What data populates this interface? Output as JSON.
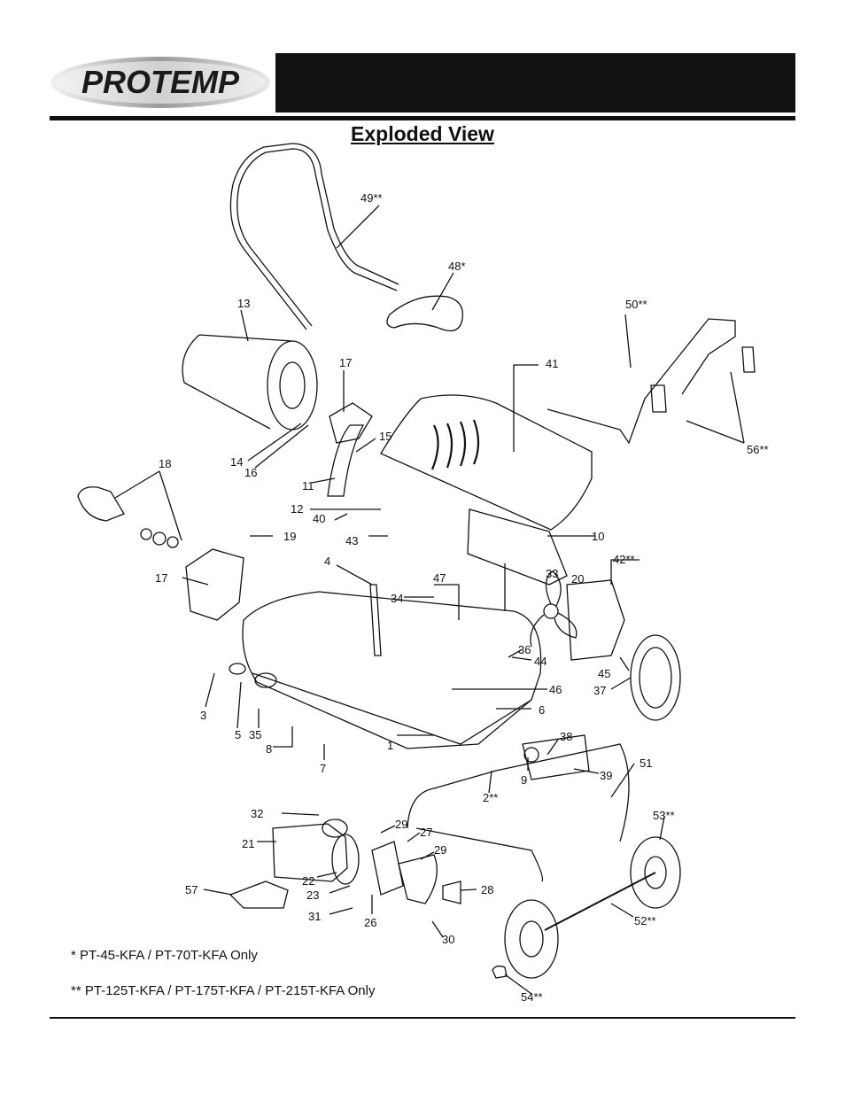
{
  "header": {
    "logo_text": "PROTEMP",
    "title": "Exploded View"
  },
  "parts": [
    "49**",
    "48*",
    "13",
    "50**",
    "17",
    "41",
    "15",
    "14",
    "16",
    "56**",
    "18",
    "11",
    "12",
    "40",
    "19",
    "43",
    "10",
    "4",
    "42**",
    "17",
    "33",
    "20",
    "34",
    "47",
    "36",
    "44",
    "45",
    "46",
    "37",
    "6",
    "3",
    "5",
    "35",
    "38",
    "8",
    "1",
    "7",
    "9",
    "39",
    "51",
    "2**",
    "32",
    "53**",
    "29",
    "27",
    "21",
    "29",
    "22",
    "28",
    "57",
    "23",
    "31",
    "26",
    "52**",
    "30",
    "54**"
  ],
  "notes": {
    "single": "* PT-45-KFA / PT-70T-KFA Only",
    "double": "** PT-125T-KFA / PT-175T-KFA / PT-215T-KFA Only"
  },
  "colors": {
    "ink": "#111111",
    "bar": "#111111"
  }
}
